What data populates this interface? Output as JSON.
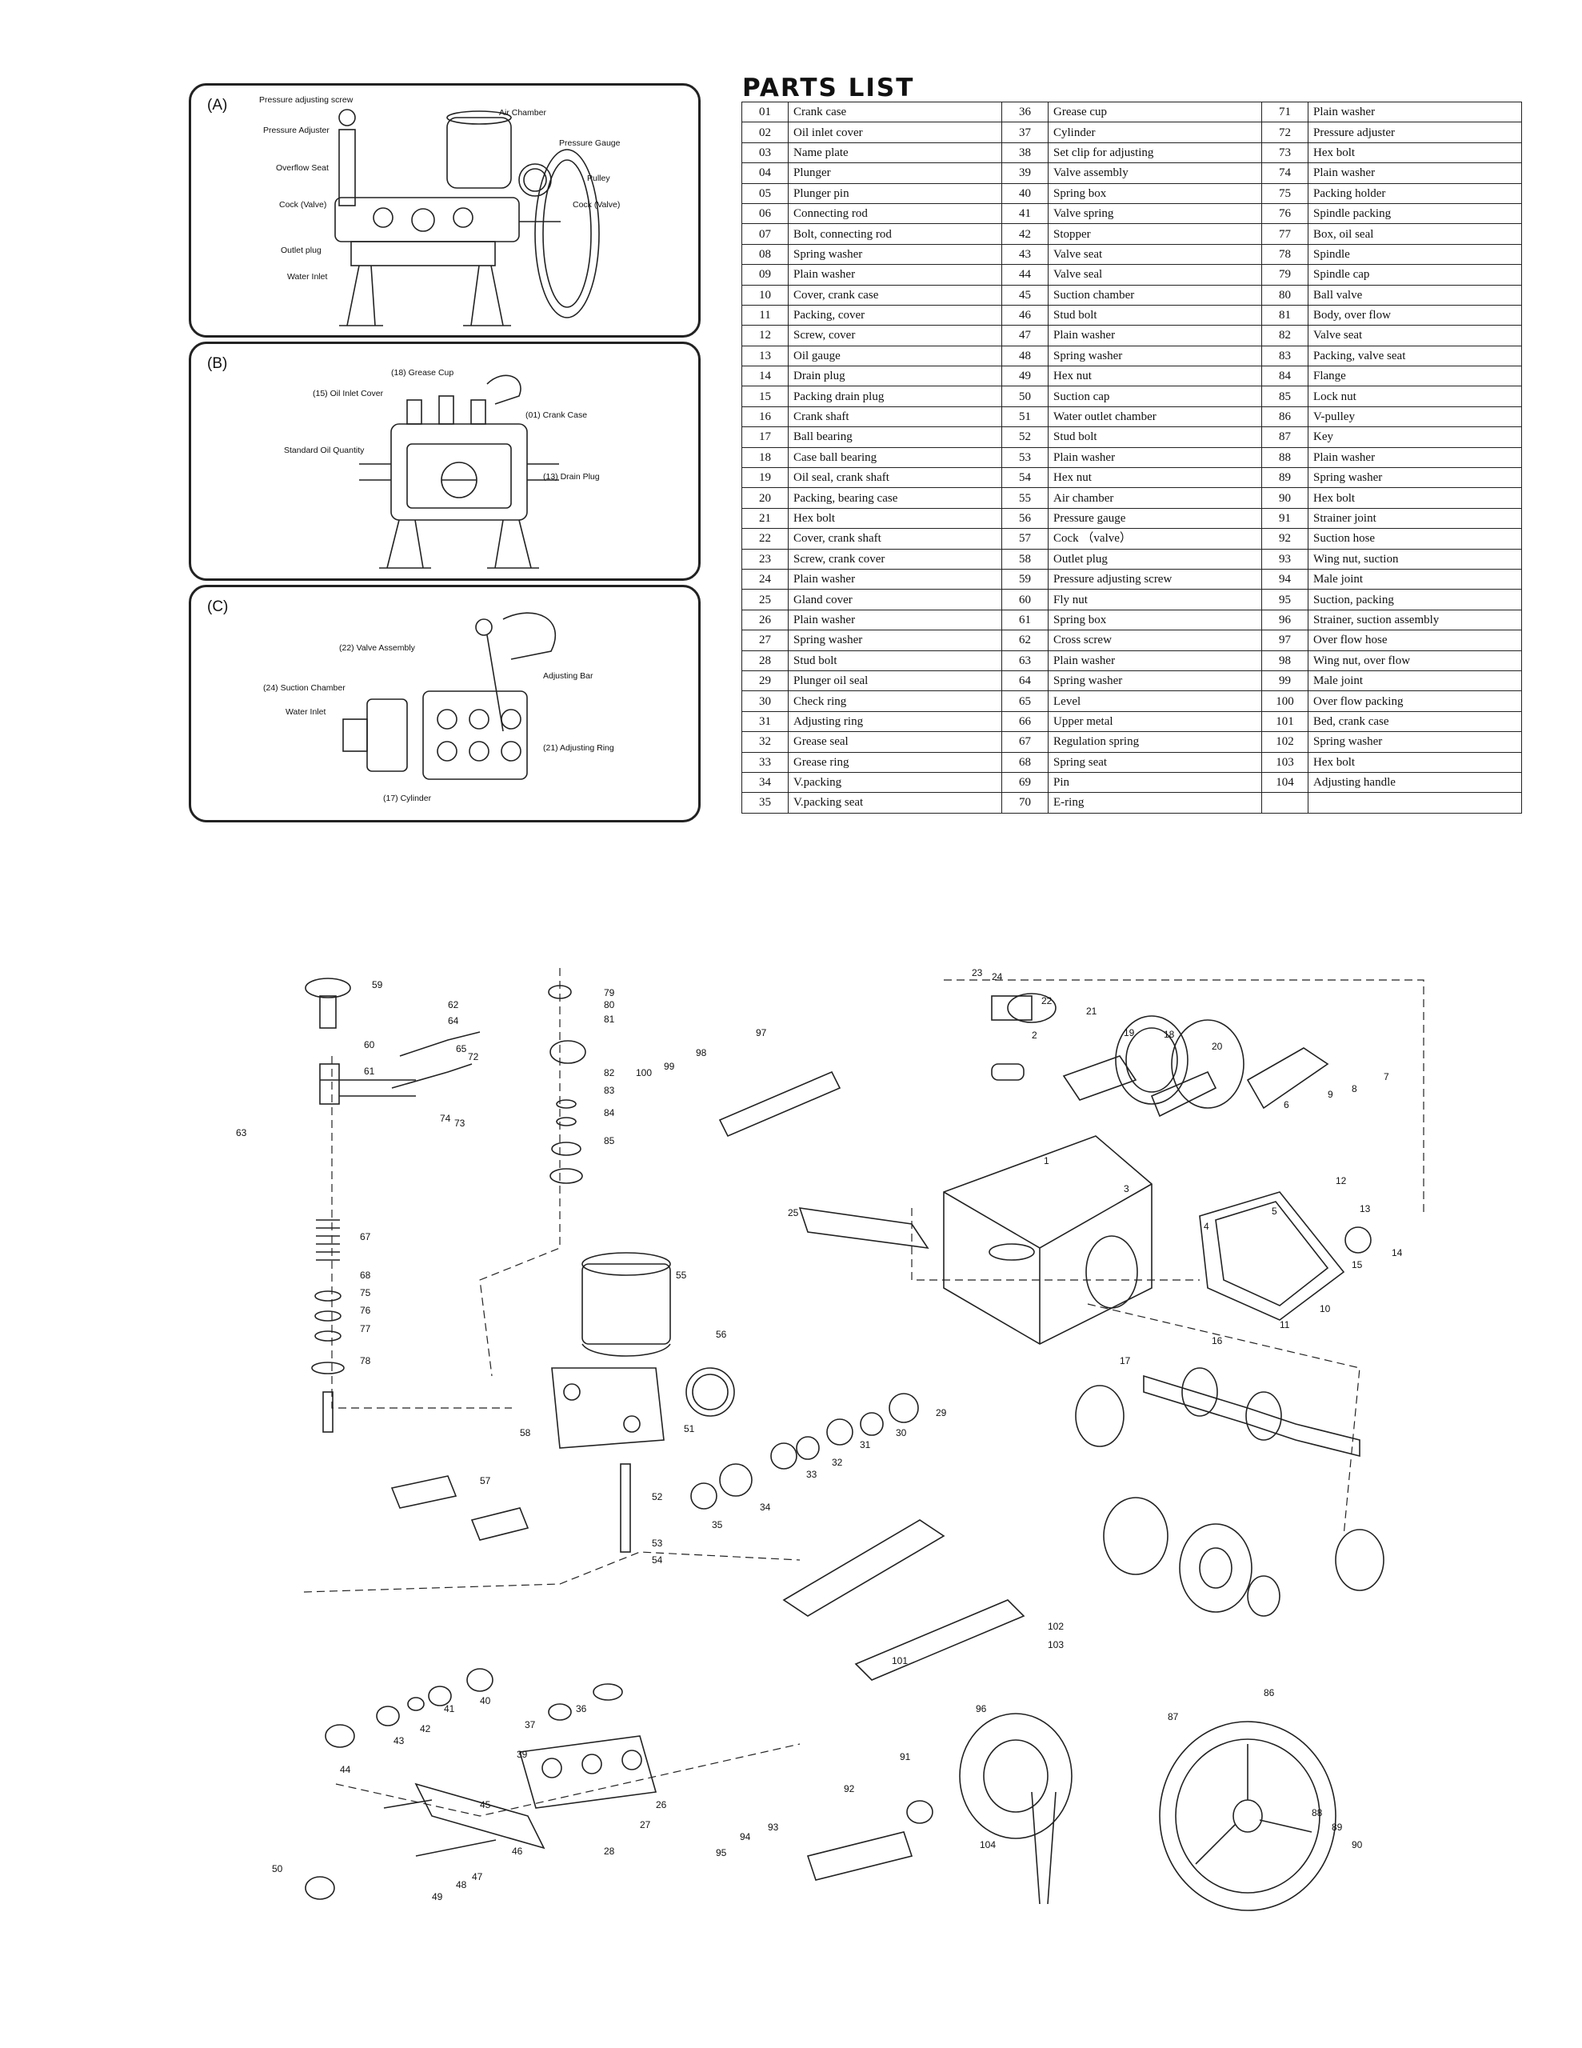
{
  "panels": {
    "a": {
      "letter": "(A)",
      "labels": {
        "pressure_adjusting_screw": "Pressure adjusting screw",
        "air_chamber": "Air Chamber",
        "pressure_adjuster": "Pressure Adjuster",
        "pressure_gauge": "Pressure Gauge",
        "overflow_seat": "Overflow Seat",
        "pulley": "Pulley",
        "cock_left": "Cock (Valve)",
        "cock_right": "Cock (Valve)",
        "outlet_plug": "Outlet plug",
        "water_inlet": "Water Inlet"
      }
    },
    "b": {
      "letter": "(B)",
      "labels": {
        "grease_cup": "(18) Grease Cup",
        "oil_inlet_cover": "(15) Oil Inlet Cover",
        "crank_case": "(01) Crank Case",
        "standard_oil": "Standard Oil Quantity",
        "drain_plug": "(13) Drain Plug"
      }
    },
    "c": {
      "letter": "(C)",
      "labels": {
        "valve_assembly": "(22) Valve Assembly",
        "suction_chamber": "(24) Suction Chamber",
        "adjusting_bar": "Adjusting Bar",
        "water_inlet": "Water Inlet",
        "adjusting_ring": "(21) Adjusting Ring",
        "cylinder": "(17) Cylinder"
      }
    }
  },
  "parts_list": {
    "title": "PARTS LIST",
    "rows": [
      [
        "01",
        "Crank case",
        "36",
        "Grease cup",
        "71",
        "Plain washer"
      ],
      [
        "02",
        "Oil inlet cover",
        "37",
        "Cylinder",
        "72",
        "Pressure adjuster"
      ],
      [
        "03",
        "Name plate",
        "38",
        "Set clip for adjusting",
        "73",
        "Hex bolt"
      ],
      [
        "04",
        "Plunger",
        "39",
        "Valve assembly",
        "74",
        "Plain washer"
      ],
      [
        "05",
        "Plunger pin",
        "40",
        "Spring box",
        "75",
        "Packing holder"
      ],
      [
        "06",
        "Connecting rod",
        "41",
        "Valve spring",
        "76",
        "Spindle packing"
      ],
      [
        "07",
        "Bolt, connecting rod",
        "42",
        "Stopper",
        "77",
        "Box, oil seal"
      ],
      [
        "08",
        "Spring washer",
        "43",
        "Valve seat",
        "78",
        "Spindle"
      ],
      [
        "09",
        "Plain washer",
        "44",
        "Valve seal",
        "79",
        "Spindle cap"
      ],
      [
        "10",
        "Cover, crank case",
        "45",
        "Suction chamber",
        "80",
        "Ball valve"
      ],
      [
        "11",
        "Packing, cover",
        "46",
        "Stud bolt",
        "81",
        "Body, over flow"
      ],
      [
        "12",
        "Screw, cover",
        "47",
        "Plain washer",
        "82",
        "Valve seat"
      ],
      [
        "13",
        "Oil gauge",
        "48",
        "Spring washer",
        "83",
        "Packing, valve seat"
      ],
      [
        "14",
        "Drain plug",
        "49",
        "Hex nut",
        "84",
        "Flange"
      ],
      [
        "15",
        "Packing drain plug",
        "50",
        "Suction cap",
        "85",
        "Lock nut"
      ],
      [
        "16",
        "Crank shaft",
        "51",
        "Water outlet chamber",
        "86",
        "V-pulley"
      ],
      [
        "17",
        "Ball bearing",
        "52",
        "Stud bolt",
        "87",
        "Key"
      ],
      [
        "18",
        "Case ball bearing",
        "53",
        "Plain washer",
        "88",
        "Plain washer"
      ],
      [
        "19",
        "Oil seal, crank shaft",
        "54",
        "Hex nut",
        "89",
        "Spring washer"
      ],
      [
        "20",
        "Packing, bearing case",
        "55",
        "Air chamber",
        "90",
        "Hex bolt"
      ],
      [
        "21",
        "Hex bolt",
        "56",
        "Pressure gauge",
        "91",
        "Strainer joint"
      ],
      [
        "22",
        "Cover, crank shaft",
        "57",
        "Cock （valve）",
        "92",
        "Suction hose"
      ],
      [
        "23",
        "Screw, crank cover",
        "58",
        "Outlet plug",
        "93",
        "Wing nut, suction"
      ],
      [
        "24",
        "Plain washer",
        "59",
        "Pressure adjusting screw",
        "94",
        "Male joint"
      ],
      [
        "25",
        "Gland cover",
        "60",
        "Fly nut",
        "95",
        "Suction, packing"
      ],
      [
        "26",
        "Plain washer",
        "61",
        "Spring box",
        "96",
        "Strainer, suction assembly"
      ],
      [
        "27",
        "Spring washer",
        "62",
        "Cross screw",
        "97",
        "Over flow hose"
      ],
      [
        "28",
        "Stud bolt",
        "63",
        "Plain washer",
        "98",
        "Wing nut, over flow"
      ],
      [
        "29",
        "Plunger oil seal",
        "64",
        "Spring washer",
        "99",
        "Male joint"
      ],
      [
        "30",
        "Check ring",
        "65",
        "Level",
        "100",
        "Over flow packing"
      ],
      [
        "31",
        "Adjusting ring",
        "66",
        "Upper metal",
        "101",
        "Bed, crank case"
      ],
      [
        "32",
        "Grease seal",
        "67",
        "Regulation spring",
        "102",
        "Spring washer"
      ],
      [
        "33",
        "Grease ring",
        "68",
        "Spring seat",
        "103",
        "Hex bolt"
      ],
      [
        "34",
        "V.packing",
        "69",
        "Pin",
        "104",
        "Adjusting handle"
      ],
      [
        "35",
        "V.packing seat",
        "70",
        "E-ring",
        "",
        ""
      ]
    ]
  },
  "diagram_callouts": [
    "1",
    "2",
    "3",
    "4",
    "5",
    "6",
    "7",
    "8",
    "9",
    "10",
    "11",
    "12",
    "13",
    "14",
    "15",
    "16",
    "17",
    "18",
    "19",
    "20",
    "21",
    "22",
    "23",
    "24",
    "25",
    "26",
    "27",
    "28",
    "29",
    "30",
    "31",
    "32",
    "33",
    "34",
    "35",
    "36",
    "37",
    "39",
    "40",
    "41",
    "42",
    "43",
    "44",
    "45",
    "46",
    "47",
    "48",
    "49",
    "50",
    "51",
    "52",
    "53",
    "54",
    "55",
    "56",
    "57",
    "58",
    "59",
    "60",
    "61",
    "62",
    "63",
    "64",
    "65",
    "67",
    "68",
    "72",
    "73",
    "74",
    "75",
    "76",
    "77",
    "78",
    "79",
    "80",
    "81",
    "82",
    "83",
    "84",
    "85",
    "86",
    "87",
    "88",
    "89",
    "90",
    "91",
    "92",
    "93",
    "94",
    "95",
    "96",
    "97",
    "98",
    "99",
    "100",
    "101",
    "102",
    "103",
    "104"
  ]
}
